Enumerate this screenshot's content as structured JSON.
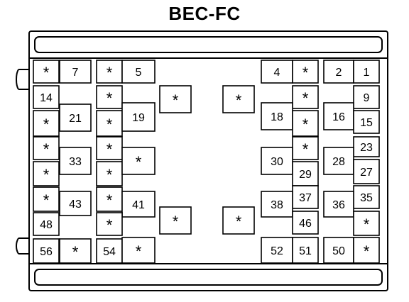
{
  "title": "BEC-FC",
  "fuses": [
    {
      "id": "c1-r1-a",
      "label": "*"
    },
    {
      "id": "c1-r1-b",
      "label": "7"
    },
    {
      "id": "c1-r2",
      "label": "14"
    },
    {
      "id": "c1-r3",
      "label": "*"
    },
    {
      "id": "c1-big1",
      "label": "21"
    },
    {
      "id": "c1-r4",
      "label": "*"
    },
    {
      "id": "c1-r5",
      "label": "*"
    },
    {
      "id": "c1-big2",
      "label": "33"
    },
    {
      "id": "c1-r6",
      "label": "*"
    },
    {
      "id": "c1-big3",
      "label": "43"
    },
    {
      "id": "c1-r7",
      "label": "48"
    },
    {
      "id": "c1-r8-a",
      "label": "56"
    },
    {
      "id": "c1-r8-b",
      "label": "*"
    },
    {
      "id": "c2-r1-a",
      "label": "*"
    },
    {
      "id": "c2-r1-b",
      "label": "5"
    },
    {
      "id": "c2-r2",
      "label": "*"
    },
    {
      "id": "c2-r3",
      "label": "*"
    },
    {
      "id": "c2-big1",
      "label": "19"
    },
    {
      "id": "c2-r4",
      "label": "*"
    },
    {
      "id": "c2-r5",
      "label": "*"
    },
    {
      "id": "c2-big2",
      "label": "*"
    },
    {
      "id": "c2-r6",
      "label": "*"
    },
    {
      "id": "c2-big3",
      "label": "41"
    },
    {
      "id": "c2-r7",
      "label": "*"
    },
    {
      "id": "c2-r8-a",
      "label": "54"
    },
    {
      "id": "c2-r8-b",
      "label": "*"
    },
    {
      "id": "mid-1",
      "label": "*"
    },
    {
      "id": "mid-2",
      "label": "*"
    },
    {
      "id": "mid-3",
      "label": "*"
    },
    {
      "id": "mid-4",
      "label": "*"
    },
    {
      "id": "c3-r1-a",
      "label": "4"
    },
    {
      "id": "c3-r1-b",
      "label": "*"
    },
    {
      "id": "c3-r2",
      "label": "*"
    },
    {
      "id": "c3-big1",
      "label": "18"
    },
    {
      "id": "c3-r3",
      "label": "*"
    },
    {
      "id": "c3-r4",
      "label": "*"
    },
    {
      "id": "c3-big2",
      "label": "30"
    },
    {
      "id": "c3-r5",
      "label": "29"
    },
    {
      "id": "c3-r6",
      "label": "37"
    },
    {
      "id": "c3-big3",
      "label": "38"
    },
    {
      "id": "c3-r7",
      "label": "46"
    },
    {
      "id": "c3-r8-a",
      "label": "52"
    },
    {
      "id": "c3-r8-b",
      "label": "51"
    },
    {
      "id": "c4-r1-a",
      "label": "2"
    },
    {
      "id": "c4-r1-b",
      "label": "1"
    },
    {
      "id": "c4-r2",
      "label": "9"
    },
    {
      "id": "c4-big1",
      "label": "16"
    },
    {
      "id": "c4-r3",
      "label": "15"
    },
    {
      "id": "c4-r4",
      "label": "23"
    },
    {
      "id": "c4-big2",
      "label": "28"
    },
    {
      "id": "c4-r5",
      "label": "27"
    },
    {
      "id": "c4-r6",
      "label": "35"
    },
    {
      "id": "c4-big3",
      "label": "36"
    },
    {
      "id": "c4-r7",
      "label": "*"
    },
    {
      "id": "c4-r8-a",
      "label": "50"
    },
    {
      "id": "c4-r8-b",
      "label": "*"
    }
  ]
}
